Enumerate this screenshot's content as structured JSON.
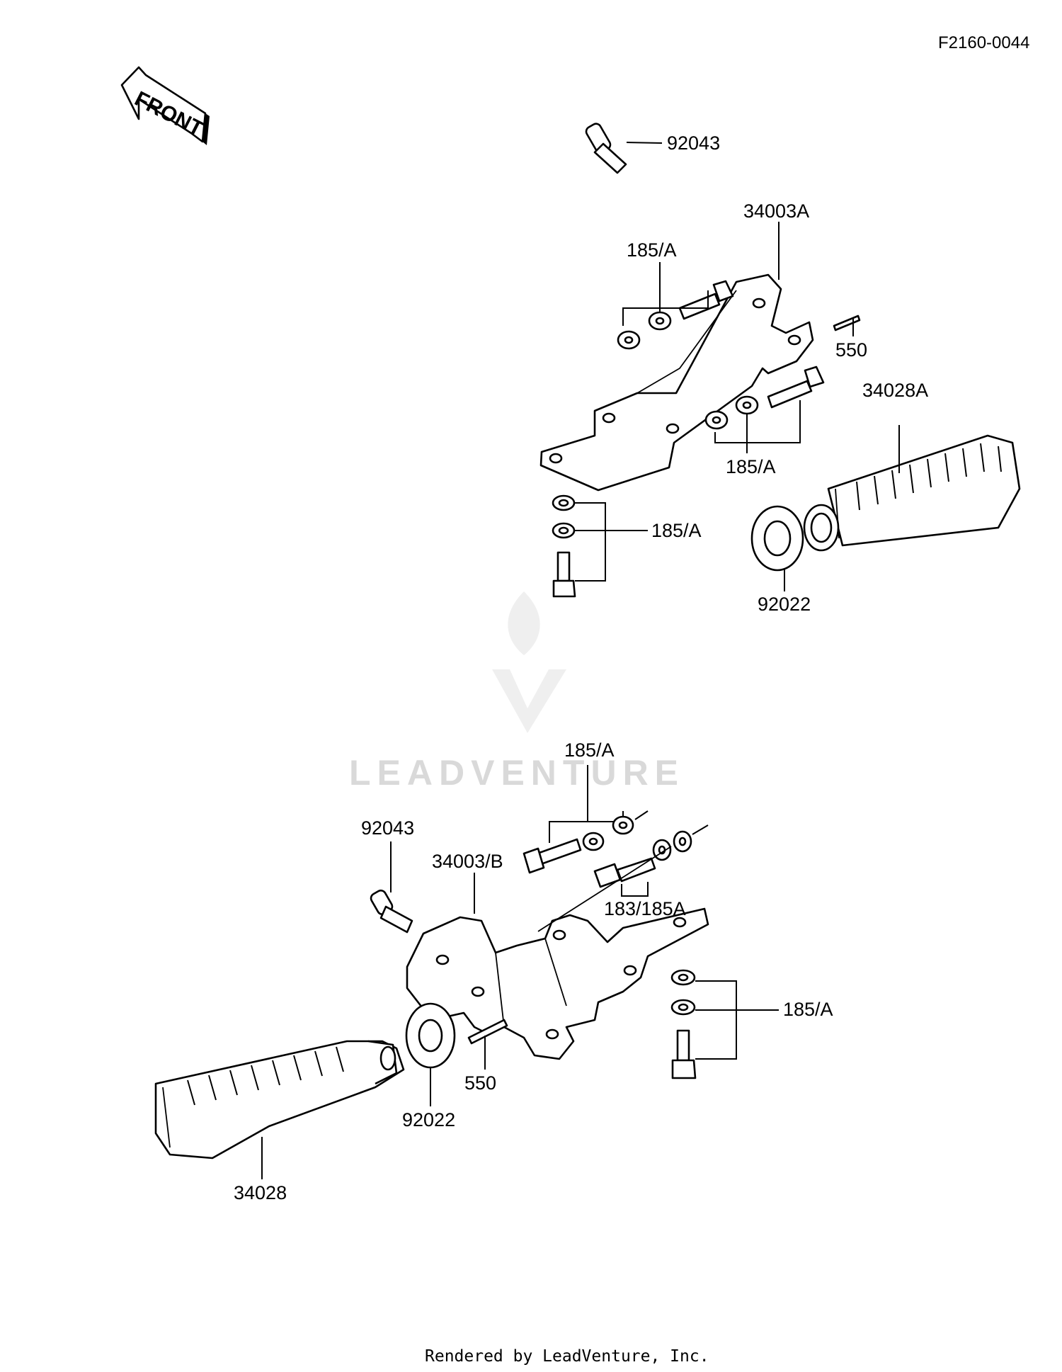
{
  "diagram_code": "F2160-0044",
  "front_arrow": "FRONT",
  "watermark": "LEADVENTURE",
  "footer": "Rendered by LeadVenture, Inc.",
  "top_assembly": {
    "pin": "92043",
    "bracket": "34003A",
    "bolts_washers_upper": "185/A",
    "cotter_pin": "550",
    "bolts_washers_mid": "185/A",
    "footpeg": "34028A",
    "bolts_washers_lower": "185/A",
    "washer": "92022"
  },
  "bottom_assembly": {
    "bolts_washers_upper": "185/A",
    "pin": "92043",
    "bracket": "34003/B",
    "bolts_washers_mid": "183/185A",
    "bolts_washers_lower": "185/A",
    "cotter_pin": "550",
    "washer": "92022",
    "footpeg": "34028"
  },
  "colors": {
    "ink": "#000000",
    "paper": "#ffffff",
    "watermark": "#d9d9d9"
  }
}
